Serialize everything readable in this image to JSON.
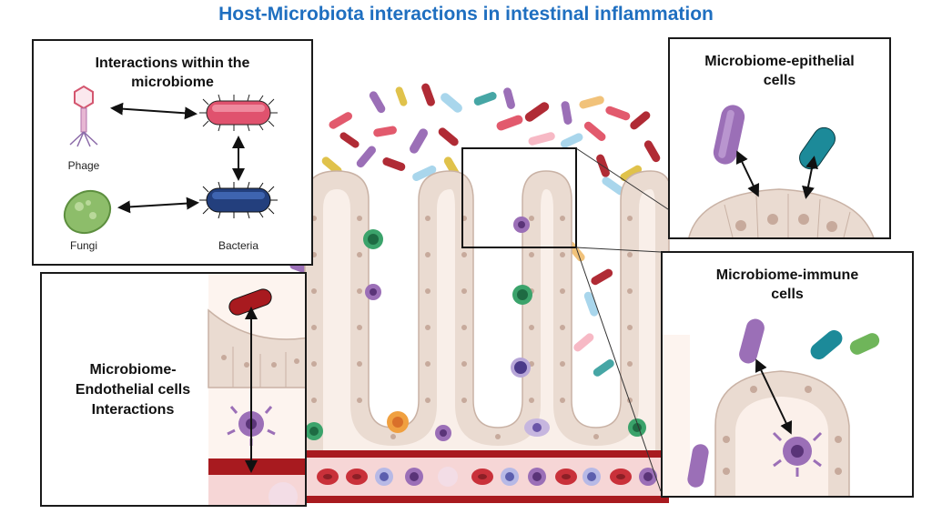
{
  "title": "Host-Microbiota interactions in intestinal inflammation",
  "colors": {
    "title": "#1f6fc0",
    "tissue": "#eadbd1",
    "tissue_line": "#c9b2a5",
    "nucleus": "#bfa296",
    "blood_vessel": "#a81a1f",
    "panel_border": "#1a1a1a"
  },
  "panels": {
    "microbiome": {
      "title": "Interactions within the\nmicrobiome",
      "labels": {
        "phage": "Phage",
        "fungi": "Fungi",
        "bacteria": "Bacteria"
      }
    },
    "epithelial": {
      "title": "Microbiome-epithelial\ncells"
    },
    "immune": {
      "title": "Microbiome-immune\ncells"
    },
    "endothelial": {
      "title": "Microbiome-\nEndothelial cells\nInteractions"
    }
  }
}
